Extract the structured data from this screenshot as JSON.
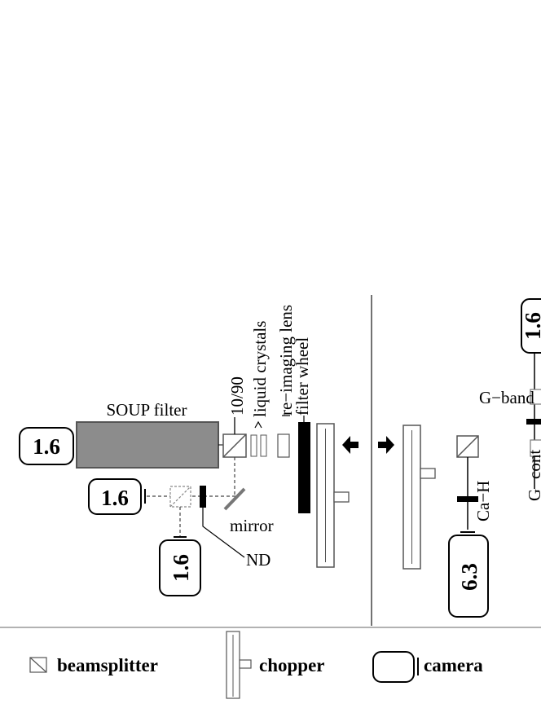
{
  "labels": {
    "soup_filter": "SOUP filter",
    "split_10_90": "10/90",
    "liquid_crystals": "liquid crystals",
    "reimaging_lens": "re−imaging lens",
    "filter_wheel": "filter wheel",
    "mirror": "mirror",
    "nd": "ND",
    "ca_h": "Ca−H",
    "g_band": "G−band",
    "g_cont": "G−cont"
  },
  "cameras": {
    "main": "1.6",
    "left": "1.6",
    "bottom": "1.6",
    "ca_h": "6.3",
    "g_band_top": "1.6"
  },
  "legend": {
    "beamsplitter": "beamsplitter",
    "chopper": "chopper",
    "camera": "camera"
  },
  "colors": {
    "ink": "#000000",
    "soup_fill": "#8c8c8c",
    "soup_border": "#555555",
    "divider": "#444444",
    "legend_line": "#999999"
  }
}
